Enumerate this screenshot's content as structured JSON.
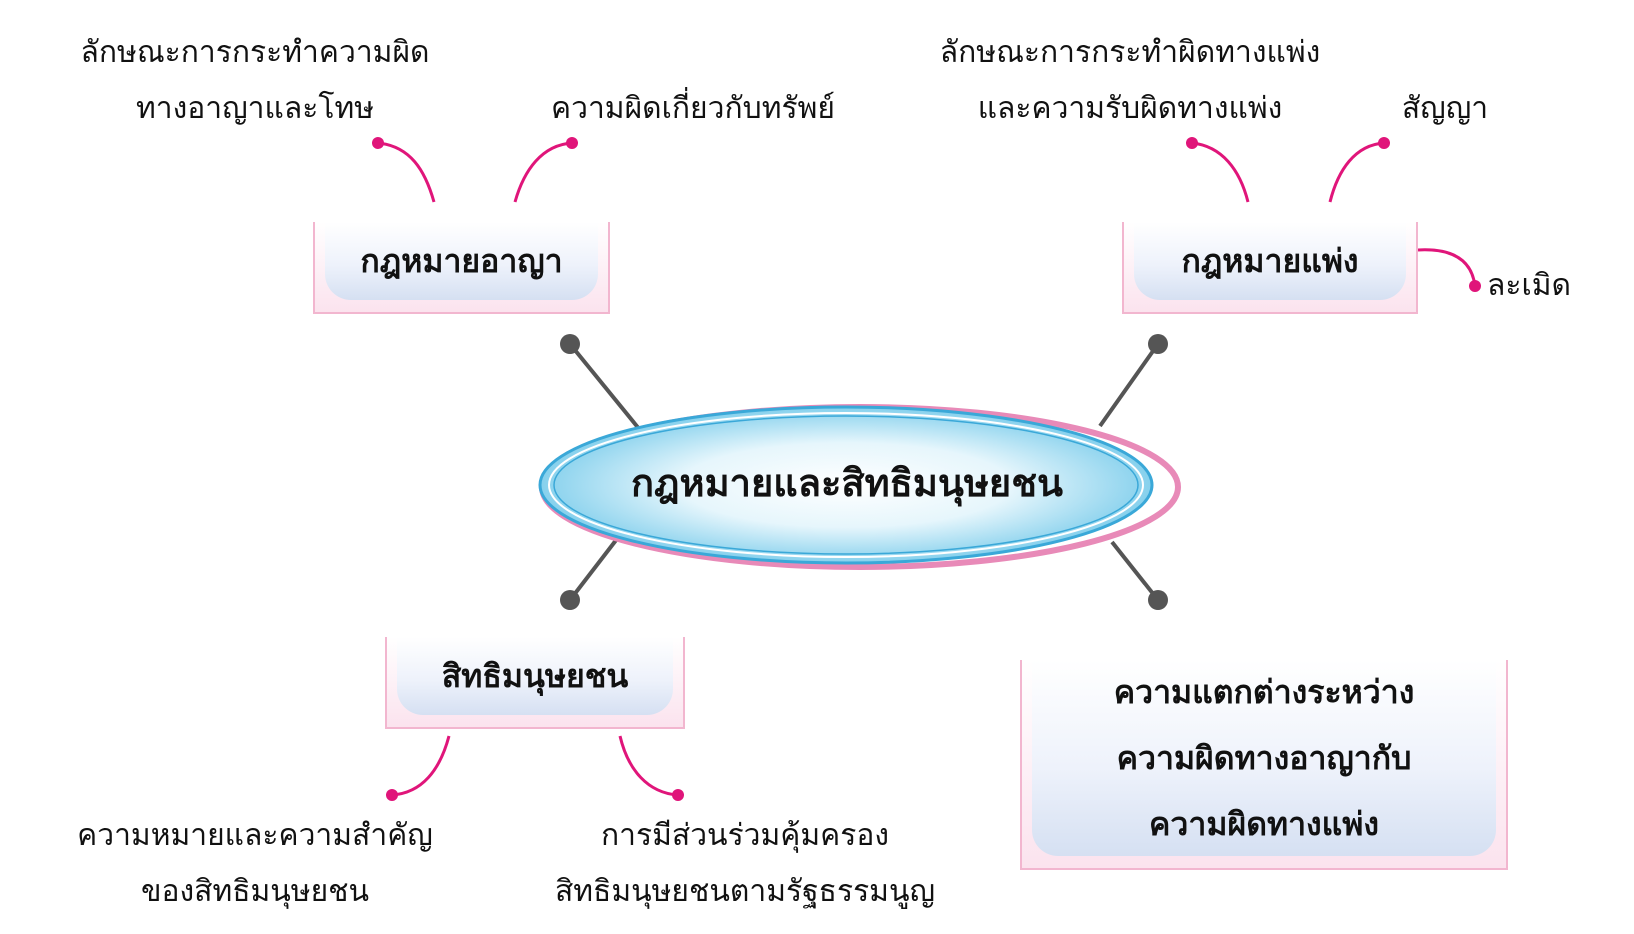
{
  "center": {
    "title": "กฎหมายและสิทธิมนุษยชน"
  },
  "topics": {
    "criminal": {
      "title": "กฎหมายอาญา",
      "subs": [
        {
          "lines": [
            "ลักษณะการกระทำความผิด",
            "ทางอาญาและโทษ"
          ]
        },
        {
          "lines": [
            "ความผิดเกี่ยวกับทรัพย์"
          ]
        }
      ]
    },
    "civil": {
      "title": "กฎหมายแพ่ง",
      "subs": [
        {
          "lines": [
            "ลักษณะการกระทำผิดทางแพ่ง",
            "และความรับผิดทางแพ่ง"
          ]
        },
        {
          "lines": [
            "สัญญา"
          ]
        },
        {
          "lines": [
            "ละเมิด"
          ]
        }
      ]
    },
    "human_rights": {
      "title": "สิทธิมนุษยชน",
      "subs": [
        {
          "lines": [
            "ความหมายและความสำคัญ",
            "ของสิทธิมนุษยชน"
          ]
        },
        {
          "lines": [
            "การมีส่วนร่วมคุ้มครอง",
            "สิทธิมนุษยชนตามรัฐธรรมนูญ"
          ]
        }
      ]
    },
    "difference": {
      "lines": [
        "ความแตกต่างระหว่าง",
        "ความผิดทางอาญากับ",
        "ความผิดทางแพ่ง"
      ]
    }
  },
  "colors": {
    "branch_line": "#555555",
    "leaf_connector": "#e0157a",
    "ellipse_fill": "#aee0f2",
    "ellipse_border": "#3aa8d8",
    "ellipse_accent": "#e88ab8",
    "box_border": "#f2b6cf",
    "box_fill": "#d5e0f2"
  }
}
